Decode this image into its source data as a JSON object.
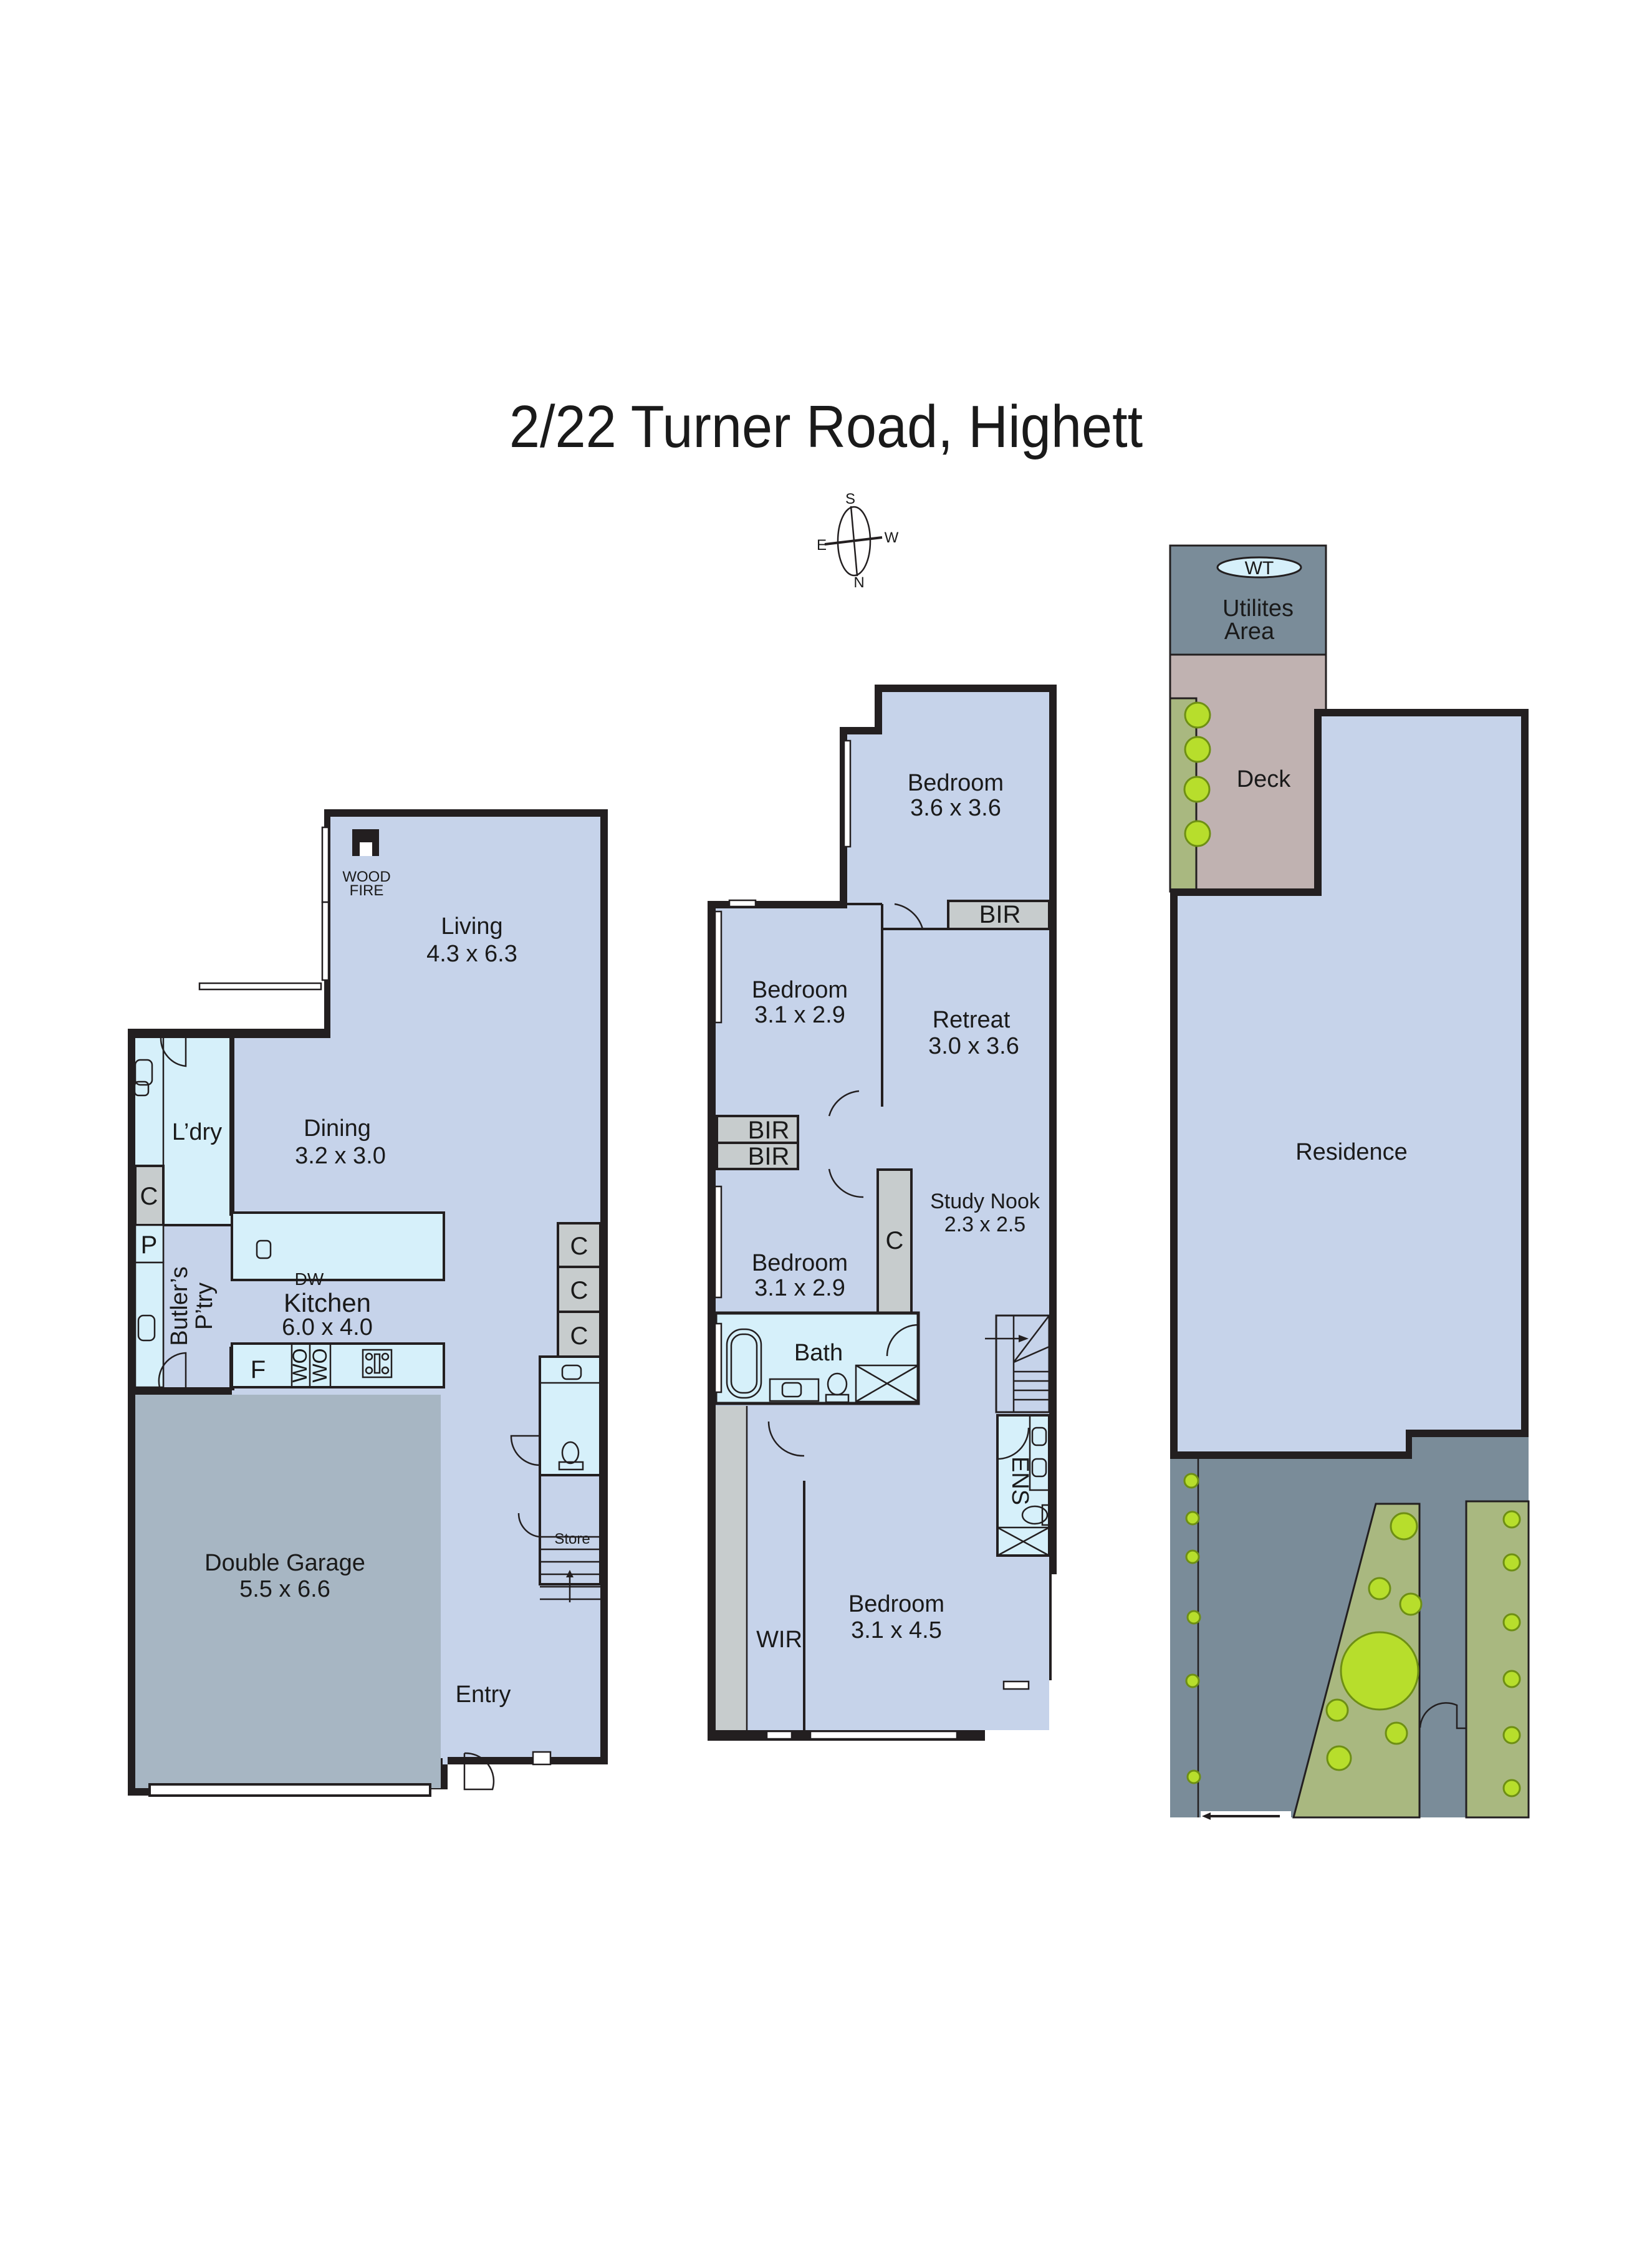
{
  "title": "2/22 Turner Road, Highett",
  "compass": {
    "north": "N",
    "south": "S",
    "east": "E",
    "west": "W"
  },
  "ground_floor": {
    "rooms": [
      {
        "name": "Living",
        "size": "4.3 x 6.3"
      },
      {
        "name": "Dining",
        "size": "3.2 x 3.0"
      },
      {
        "name": "Kitchen",
        "size": "6.0 x 4.0"
      },
      {
        "name": "Double Garage",
        "size": "5.5 x 6.6"
      },
      {
        "name": "Entry",
        "size": ""
      }
    ],
    "labels": {
      "wood_fire_1": "WOOD",
      "wood_fire_2": "FIRE",
      "laundry": "L’dry",
      "butlers_1": "Butler’s",
      "butlers_2": "P’try",
      "dishwasher": "DW",
      "fridge": "F",
      "wall_oven_1": "WO",
      "wall_oven_2": "WO",
      "pantry": "P",
      "cupboard": "C",
      "store": "Store"
    }
  },
  "upper_floor": {
    "rooms": [
      {
        "name": "Bedroom",
        "size": "3.6 x 3.6"
      },
      {
        "name": "Bedroom",
        "size": "3.1 x 2.9"
      },
      {
        "name": "Retreat",
        "size": "3.0 x 3.6"
      },
      {
        "name": "Study Nook",
        "size": "2.3 x 2.5"
      },
      {
        "name": "Bedroom",
        "size": "3.1 x 2.9"
      },
      {
        "name": "Bath",
        "size": ""
      },
      {
        "name": "Bedroom",
        "size": "3.1 x 4.5"
      }
    ],
    "labels": {
      "bir": "BIR",
      "cupboard": "C",
      "wir": "WIR",
      "ensuite": "ENS"
    }
  },
  "site_plan": {
    "water_tank": "WT",
    "utilities_1": "Utilites",
    "utilities_2": "Area",
    "deck": "Deck",
    "residence": "Residence"
  },
  "colors": {
    "room": "#c6d3ea",
    "wet_area": "#d6f0fa",
    "garage": "#a7b6c3",
    "cupboard": "#c7cccd",
    "paving": "#7a8c99",
    "garden": "#a9b880",
    "deck": "#c0b2b1",
    "shrub": "#b7de2c",
    "wall": "#231f20"
  }
}
